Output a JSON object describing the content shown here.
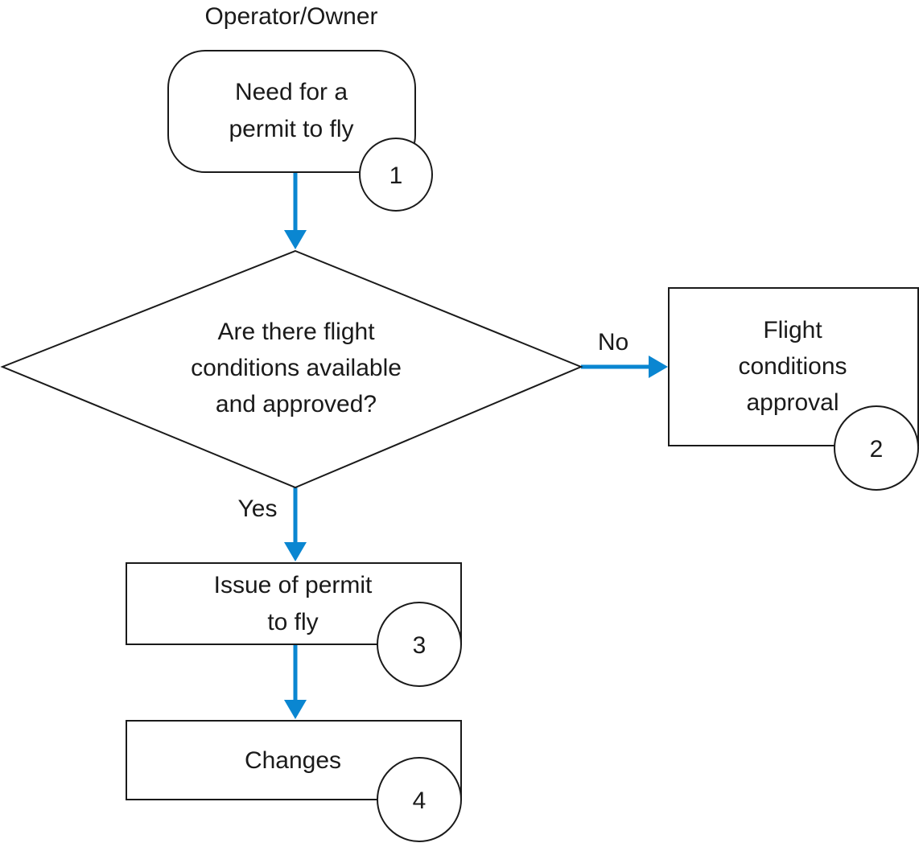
{
  "title": "Operator/Owner",
  "nodes": {
    "start": {
      "lines": [
        "Need for a",
        "permit to fly"
      ],
      "number": "1"
    },
    "decision": {
      "lines": [
        "Are there flight",
        "conditions available",
        "and approved?"
      ]
    },
    "approval": {
      "lines": [
        "Flight",
        "conditions",
        "approval"
      ],
      "number": "2"
    },
    "issue": {
      "lines": [
        "Issue of permit",
        "to fly"
      ],
      "number": "3"
    },
    "changes": {
      "lines": [
        "Changes"
      ],
      "number": "4"
    }
  },
  "edges": {
    "no_label": "No",
    "yes_label": "Yes"
  },
  "colors": {
    "connector": "#0a86d1",
    "stroke": "#1a1a1a"
  }
}
